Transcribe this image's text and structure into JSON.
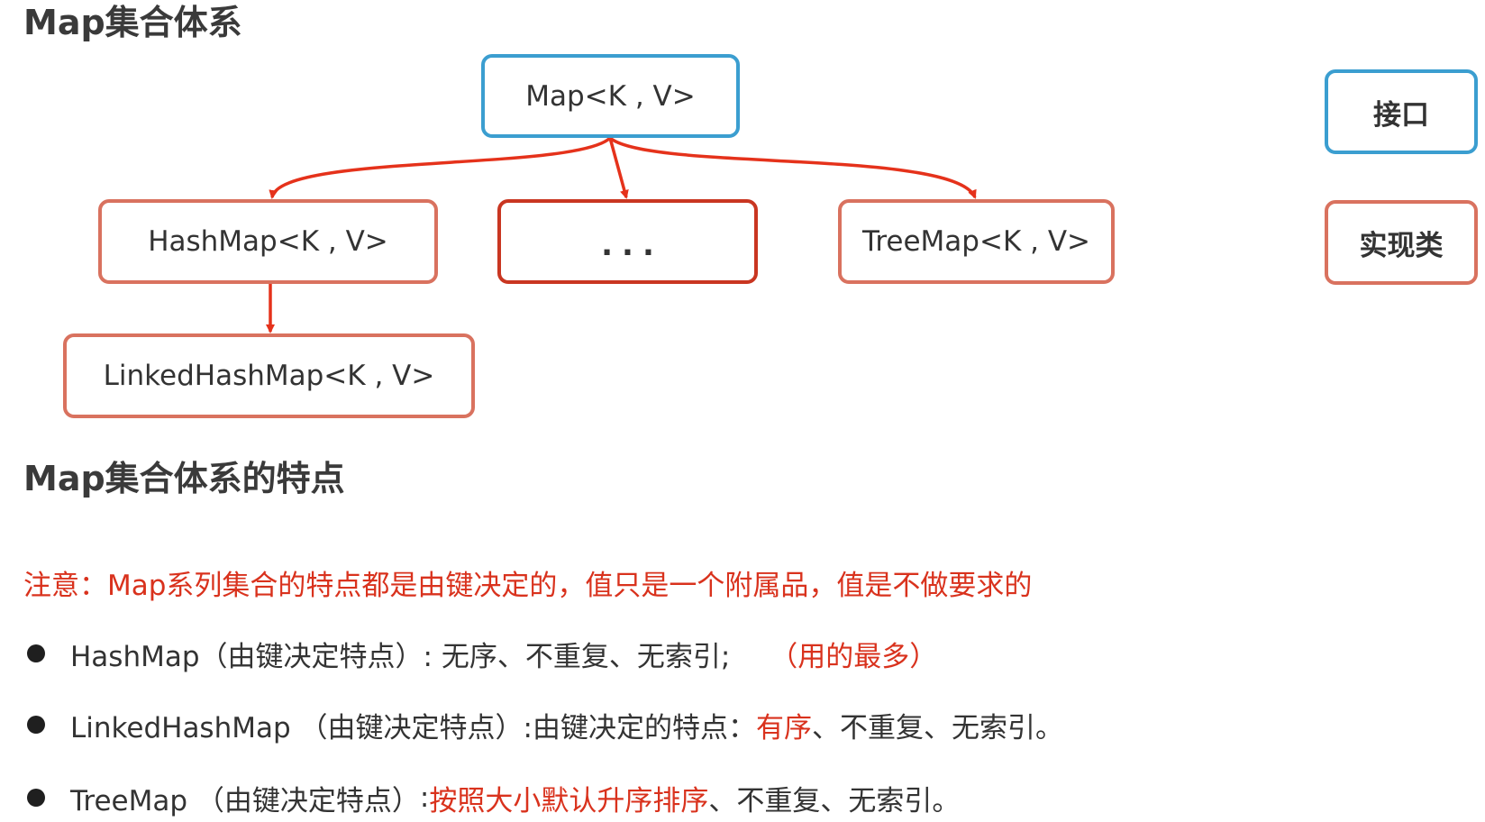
{
  "heading_hierarchy": "Map集合体系",
  "heading_features": "Map集合体系的特点",
  "diagram": {
    "root": "Map<K , V>",
    "hashmap": "HashMap<K , V>",
    "ellipsis": "...",
    "treemap": "TreeMap<K , V>",
    "linkedhashmap": "LinkedHashMap<K , V>"
  },
  "legend": {
    "interface": "接口",
    "implementation": "实现类"
  },
  "note": "注意：Map系列集合的特点都是由键决定的，值只是一个附属品，值是不做要求的",
  "features": [
    {
      "name": "HashMap（由键决定特点）",
      "desc": ": 无序、不重复、无索引;",
      "extra": "（用的最多）"
    },
    {
      "name": "LinkedHashMap （由键决定特点）",
      "desc": ":由键决定的特点：",
      "highlight": "有序",
      "rest": "、不重复、无索引。"
    },
    {
      "name": "TreeMap （由键决定特点）",
      "desc": ":",
      "highlight": "按照大小默认升序排序",
      "rest": "、不重复、无索引。"
    }
  ],
  "colors": {
    "interface_border": "#3b9ed0",
    "implementation_border": "#d9725f",
    "arrow": "#e5321b",
    "accent_text": "#d9321d"
  }
}
